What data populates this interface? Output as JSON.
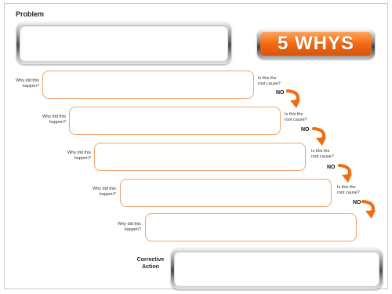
{
  "problem": {
    "label": "Problem"
  },
  "badge": {
    "text": "5 WHYS"
  },
  "rows": [
    {
      "why": "Why did this happen?",
      "root_question": "Is this the root cause?",
      "answer": "NO"
    },
    {
      "why": "Why did this happen?",
      "root_question": "Is this the root cause?",
      "answer": "NO"
    },
    {
      "why": "Why did this happen?",
      "root_question": "Is this the root cause?",
      "answer": "NO"
    },
    {
      "why": "Why did this happen?",
      "root_question": "Is this the root cause?",
      "answer": "NO"
    },
    {
      "why": "Why did this happen?"
    }
  ],
  "corrective": {
    "label": "Corrective Action"
  },
  "colors": {
    "accent": "#f26a12",
    "box_border": "#f0a470",
    "chrome": "#4a4a4a"
  },
  "icons": {
    "curve_arrow": "curved-down-arrow-icon"
  }
}
